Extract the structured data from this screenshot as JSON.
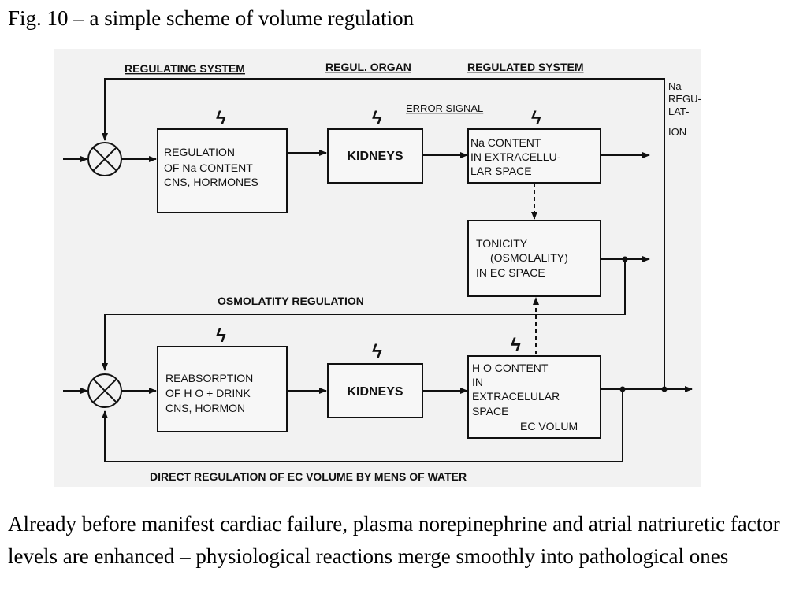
{
  "caption": "Fig.  10 – a simple scheme of volume regulation",
  "diagram": {
    "labels": {
      "regulating_system": "REGULATING SYSTEM",
      "regul_organ": "REGUL. ORGAN",
      "regulated_system": "REGULATED SYSTEM",
      "error_signal": "ERROR SIGNAL",
      "osmolality_regulation": "OSMOLATITY REGULATION",
      "direct_regulation": "DIRECT REGULATION OF EC VOLUME BY MENS OF WATER"
    },
    "na_regulation": [
      "Na",
      "REGU-",
      "LAT-",
      "ION"
    ],
    "boxes": {
      "regulation_na": [
        "REGULATION",
        "OF Na CONTENT",
        "CNS, HORMONES"
      ],
      "kidneys_top": "KIDNEYS",
      "na_content": [
        "Na CONTENT",
        "IN EXTRACELLU-",
        "LAR SPACE"
      ],
      "tonicity": [
        "TONICITY",
        "(OSMOLALITY)",
        "IN EC SPACE"
      ],
      "reabsorption": [
        "REABSORPTION",
        "OF H O + DRINK",
        "CNS, HORMON"
      ],
      "kidneys_bottom": "KIDNEYS",
      "water_content": [
        "H O CONTENT",
        "IN",
        "EXTRACELULAR",
        "SPACE",
        "EC VOLUM"
      ]
    },
    "disturbance_symbol": "ϟ"
  },
  "paragraph": "Already before manifest cardiac failure, plasma norepinephrine and atrial natriuretic factor levels are enhanced – physiological reactions merge smoothly into pathological ones"
}
